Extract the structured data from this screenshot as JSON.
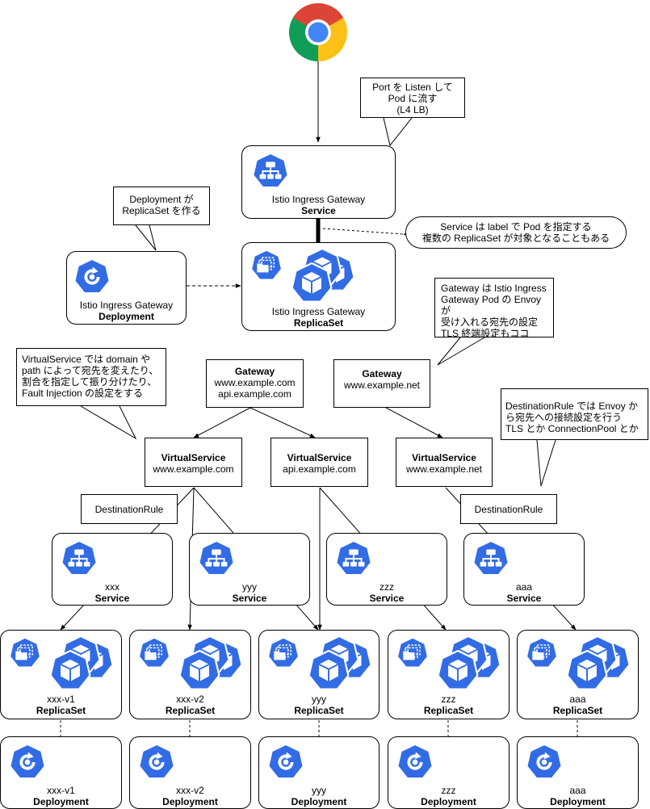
{
  "ingress_service": {
    "name": "Istio Ingress Gateway",
    "kind": "Service"
  },
  "ingress_deployment": {
    "name": "Istio Ingress Gateway",
    "kind": "Deployment"
  },
  "ingress_replicaset": {
    "name": "Istio Ingress Gateway",
    "kind": "ReplicaSet"
  },
  "callouts": {
    "port_listen": [
      "Port を Listen して",
      "Pod に流す",
      "(L4 LB)"
    ],
    "deployment": [
      "Deployment が",
      "ReplicaSet を作る"
    ],
    "service_label": [
      "Service は label で Pod を指定する",
      "複数の ReplicaSet が対象となることもある"
    ],
    "gateway": [
      "Gateway は Istio Ingress",
      "Gateway Pod の Envoy が",
      "受け入れる宛先の設定",
      "TLS 終端設定もココ"
    ],
    "virtualservice": [
      "VirtualService では domain や",
      "path によって宛先を変えたり、",
      "割合を指定して振り分けたり、",
      "Fault Injection の設定をする"
    ],
    "destinationrule": [
      "DestinationRule では Envoy か",
      "ら宛先への接続設定を行う",
      "TLS とか ConnectionPool とか"
    ]
  },
  "gateways": [
    {
      "kind": "Gateway",
      "hosts": [
        "www.example.com",
        "api.example.com"
      ]
    },
    {
      "kind": "Gateway",
      "hosts": [
        "www.example.net"
      ]
    }
  ],
  "virtual_services": [
    {
      "kind": "VirtualService",
      "host": "www.example.com"
    },
    {
      "kind": "VirtualService",
      "host": "api.example.com"
    },
    {
      "kind": "VirtualService",
      "host": "www.example.net"
    }
  ],
  "destination_rules": [
    "DestinationRule",
    "DestinationRule"
  ],
  "services": [
    {
      "name": "xxx",
      "kind": "Service"
    },
    {
      "name": "yyy",
      "kind": "Service"
    },
    {
      "name": "zzz",
      "kind": "Service"
    },
    {
      "name": "aaa",
      "kind": "Service"
    }
  ],
  "replicasets": [
    {
      "name": "xxx-v1",
      "kind": "ReplicaSet"
    },
    {
      "name": "xxx-v2",
      "kind": "ReplicaSet"
    },
    {
      "name": "yyy",
      "kind": "ReplicaSet"
    },
    {
      "name": "zzz",
      "kind": "ReplicaSet"
    },
    {
      "name": "aaa",
      "kind": "ReplicaSet"
    }
  ],
  "deployments": [
    {
      "name": "xxx-v1",
      "kind": "Deployment"
    },
    {
      "name": "xxx-v2",
      "kind": "Deployment"
    },
    {
      "name": "yyy",
      "kind": "Deployment"
    },
    {
      "name": "zzz",
      "kind": "Deployment"
    },
    {
      "name": "aaa",
      "kind": "Deployment"
    }
  ],
  "colors": {
    "k8s_blue": "#326CE5",
    "line": "#000000",
    "background": "#FFFFFF"
  },
  "icons": [
    "chrome-icon",
    "k8s-service-icon",
    "k8s-deployment-icon",
    "k8s-replicaset-icon"
  ]
}
